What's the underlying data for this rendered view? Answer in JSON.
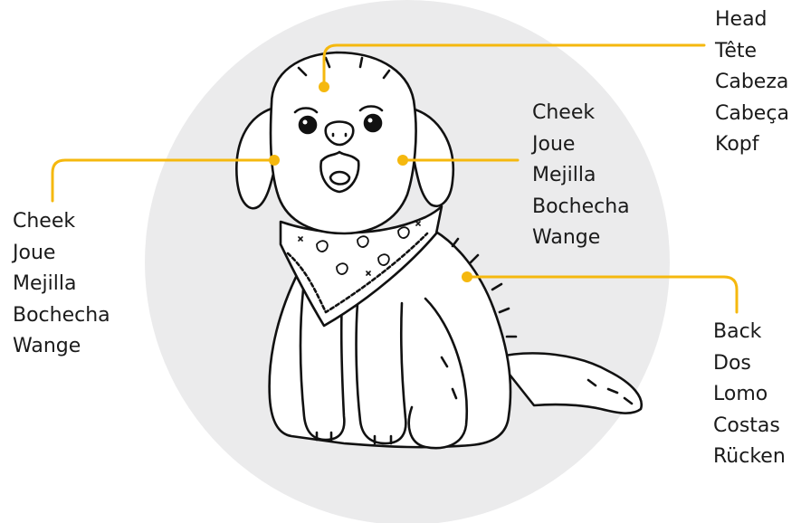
{
  "colors": {
    "leader_line": "#F5B80E",
    "background_circle": "#EBEBEC",
    "outline": "#111111",
    "text": "#1A1A1A"
  },
  "labels": {
    "head": [
      "Head",
      "Tête",
      "Cabeza",
      "Cabeça",
      "Kopf"
    ],
    "cheek_right": [
      "Cheek",
      "Joue",
      "Mejilla",
      "Bochecha",
      "Wange"
    ],
    "cheek_left": [
      "Cheek",
      "Joue",
      "Mejilla",
      "Bochecha",
      "Wange"
    ],
    "back": [
      "Back",
      "Dos",
      "Lomo",
      "Costas",
      "Rücken"
    ]
  },
  "illustration": {
    "subject": "puppy-with-paisley-bandana-icon"
  }
}
